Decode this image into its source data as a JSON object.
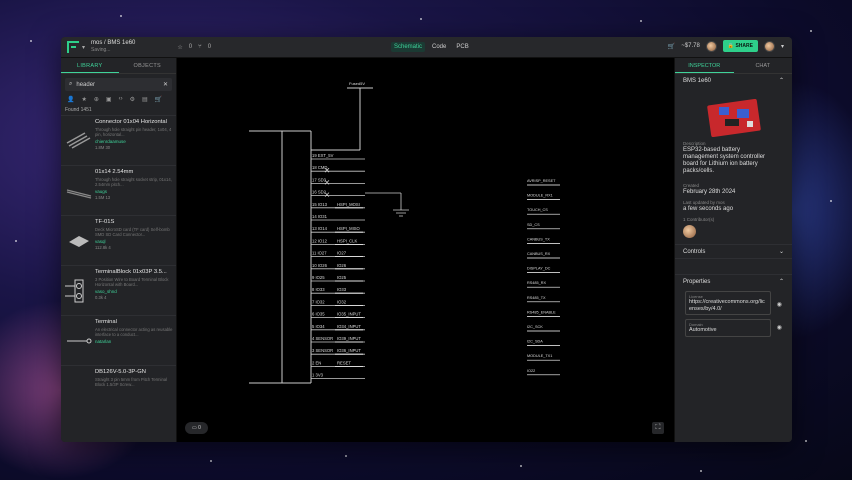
{
  "topbar": {
    "path": "mos / BMS 1e60",
    "status": "Saving...",
    "stars": "0",
    "forks": "0",
    "tabs": [
      "Schematic",
      "Code",
      "PCB"
    ],
    "price": "~$7.78",
    "share_label": "SHARE"
  },
  "left": {
    "tabs": [
      "LIBRARY",
      "OBJECTS"
    ],
    "search_value": "header",
    "found": "Found 1451",
    "items": [
      {
        "title": "Connector 01x04 Horizontal",
        "desc": "Through hole straight pin header, 1x04, 4 pin, horizontal...",
        "user": "chienrdaamuse",
        "stats": "1.8M  30"
      },
      {
        "title": "01x14 2.54mm",
        "desc": "Through hole straight socket strip, 01x14, 2.54mm pitch...",
        "user": "vaugs",
        "stats": "1.5M  13"
      },
      {
        "title": "TF-01S",
        "desc": "Deck MicroSD card (TF card) Self-bomb SMD SD Card Connector...",
        "user": "vasql",
        "stats": "112.8k  4"
      },
      {
        "title": "TerminalBlock 01x03P 3.5...",
        "desc": "3 Position Wire to Board Terminal Block Horizontal with Board...",
        "user": "vaso_shnd",
        "stats": "0.3k  4"
      },
      {
        "title": "Terminal",
        "desc": "An electrical connector acting as reusable interface to a conduct...",
        "user": "natarlan",
        "stats": ""
      },
      {
        "title": "DB126V-5.0-3P-GN",
        "desc": "Straight 3 pin 5mm from Pitch Terminal Block 1.5/3P Screw...",
        "user": "",
        "stats": ""
      }
    ]
  },
  "schematic": {
    "net_top": "Fused5V",
    "left_pins": [
      "19 EXT_5V",
      "18 CMD",
      "17 SD3",
      "16 SD2",
      "15 IO13",
      "14 IO31",
      "13 IO14",
      "12 IO12",
      "11 IO27",
      "10 IO26",
      "9 IO25",
      "8 IO33",
      "7 IO32",
      "6 IO35",
      "5 IO34",
      "4 SENSOR",
      "3 SENSOR",
      "2 EN",
      "1 3V3"
    ],
    "left_nets": [
      "",
      "",
      "",
      "",
      "HSPI_MOSI",
      "",
      "HSPI_MISO",
      "HSPI_CLK",
      "IO27",
      "IO26",
      "IO25",
      "IO33",
      "IO32",
      "IO35_INPUT",
      "IO34_INPUT",
      "IO39_INPUT",
      "IO36_INPUT",
      "RESET",
      ""
    ],
    "right_nets": [
      "AVRISP_RESET",
      "MODULE_RX1",
      "TOUCH_CS",
      "SD_CS",
      "CANBUS_TX",
      "CANBUS_RX",
      "DISPLAY_DC",
      "RS485_RX",
      "RS485_TX",
      "RS485_ENABLE",
      "I2C_SCK",
      "I2C_SDA",
      "MODULE_TX1",
      "IO22"
    ]
  },
  "canvas": {
    "chat_count": "0"
  },
  "inspector": {
    "tabs": [
      "INSPECTOR",
      "CHAT"
    ],
    "title": "BMS 1e60",
    "desc_label": "Description",
    "desc": "ESP32-based battery management system controller board for Lithium ion battery packs/cells.",
    "created_label": "Created",
    "created": "February 28th 2024",
    "updated_label": "Last updated by mos",
    "updated": "a few seconds ago",
    "contrib_label": "1 Contributor(s)",
    "controls": "Controls",
    "properties": "Properties",
    "license_label": "License",
    "license": "https://creativecommons.org/licenses/by/4.0/",
    "domain_label": "Domain",
    "domain": "Automotive"
  },
  "colors": {
    "accent": "#2ecf8a"
  }
}
